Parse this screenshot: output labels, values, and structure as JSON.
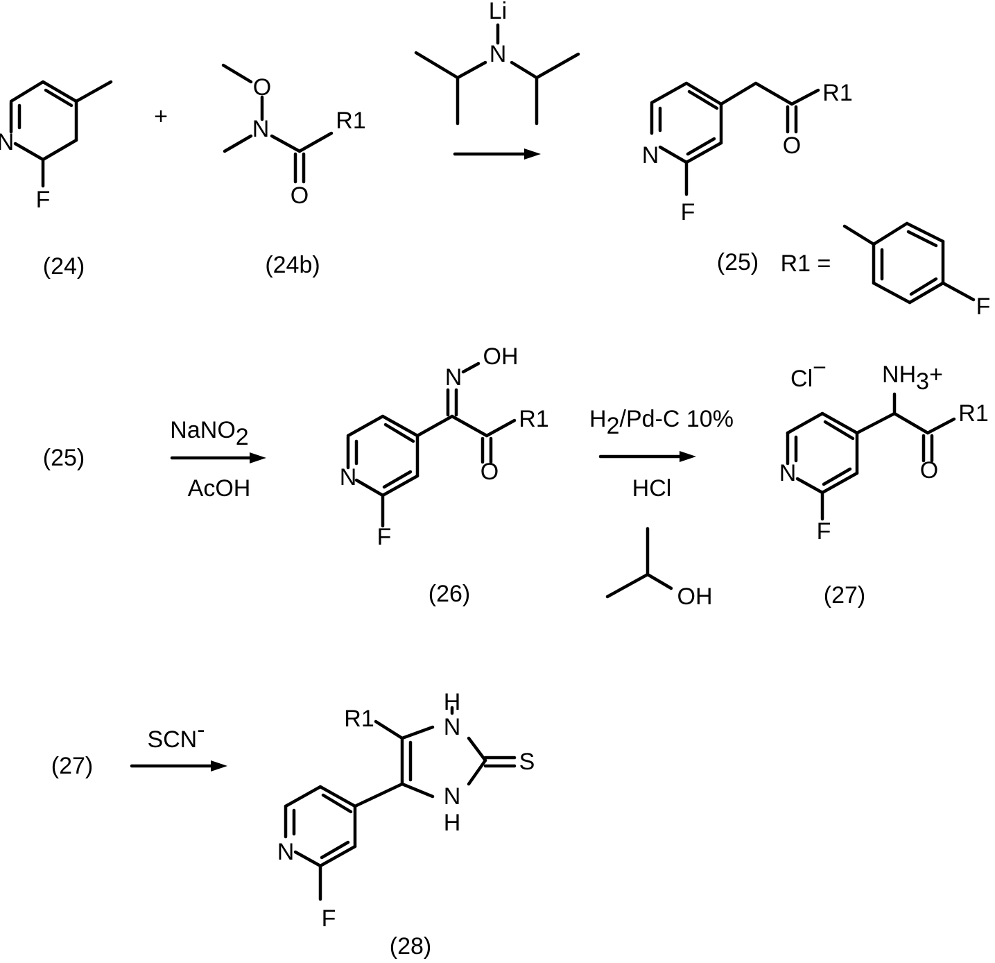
{
  "row1": {
    "compound24": {
      "label": "(24)",
      "atom_N": "N",
      "atom_F": "F"
    },
    "plus": "+",
    "compound24b": {
      "label": "(24b)",
      "atom_O": "O",
      "atom_N": "N",
      "carbonyl_O": "O",
      "R": "R1"
    },
    "reagent_lda": {
      "Li": "Li",
      "N": "N"
    },
    "compound25": {
      "label": "(25)",
      "atom_N": "N",
      "atom_F": "F",
      "carbonyl_O": "O",
      "R": "R1"
    },
    "r1_definition": {
      "text": "R1 =",
      "atom_F": "F"
    }
  },
  "row2": {
    "start_label": "(25)",
    "step1": {
      "reagent_top": "NaNO",
      "reagent_top_sub": "2",
      "reagent_bottom": "AcOH"
    },
    "compound26": {
      "label": "(26)",
      "atom_N": "N",
      "atom_F": "F",
      "carbonyl_O": "O",
      "R": "R1",
      "oxime_N": "N",
      "oxime_OH": "OH"
    },
    "step2": {
      "reagent_top_1": "H",
      "reagent_top_sub": "2",
      "reagent_top_2": "/Pd-C 10%",
      "reagent_bottom": "HCl",
      "solvent_OH": "OH"
    },
    "compound27": {
      "label": "(27)",
      "counterion": "Cl",
      "counterion_charge": "−",
      "ammonium": "NH",
      "ammonium_sub": "3",
      "ammonium_charge": "+",
      "atom_N": "N",
      "atom_F": "F",
      "carbonyl_O": "O",
      "R": "R1"
    }
  },
  "row3": {
    "start_label": "(27)",
    "step": {
      "reagent": "SCN",
      "reagent_charge": "-"
    },
    "compound28": {
      "label": "(28)",
      "R": "R1",
      "NH_top_N": "N",
      "NH_top_H": "H",
      "NH_bottom_N": "N",
      "NH_bottom_H": "H",
      "thione_S": "S",
      "atom_N": "N",
      "atom_F": "F"
    }
  }
}
